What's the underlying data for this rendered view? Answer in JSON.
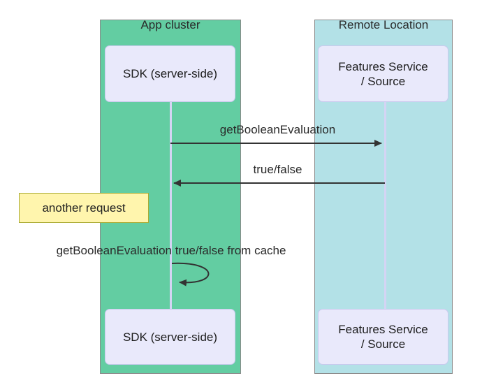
{
  "colors": {
    "app_cluster_fill": "#63cda2",
    "remote_location_fill": "#b3e1e7",
    "frame_border": "#8a8a8a",
    "participant_fill": "#e9e9fb",
    "participant_border": "#c9c9ee",
    "lifeline": "#d4d4f4",
    "arrow": "#333333",
    "text": "#222222",
    "note_fill": "#fff5ad",
    "note_border": "#aaaa33"
  },
  "diagram": {
    "groups": [
      {
        "label": "App cluster"
      },
      {
        "label": "Remote Location"
      }
    ],
    "participants": {
      "left": {
        "label": "SDK (server-side)"
      },
      "right": {
        "lines": [
          "Features Service",
          "/ Source"
        ]
      }
    },
    "messages": [
      {
        "label": "getBooleanEvaluation",
        "direction": "right",
        "from": "SDK (server-side)",
        "to": "Features Service / Source"
      },
      {
        "label": "true/false",
        "direction": "left",
        "from": "Features Service / Source",
        "to": "SDK (server-side)"
      },
      {
        "label": "getBooleanEvaluation true/false from cache",
        "direction": "self",
        "from": "SDK (server-side)",
        "to": "SDK (server-side)"
      }
    ],
    "note": {
      "label": "another request"
    }
  }
}
